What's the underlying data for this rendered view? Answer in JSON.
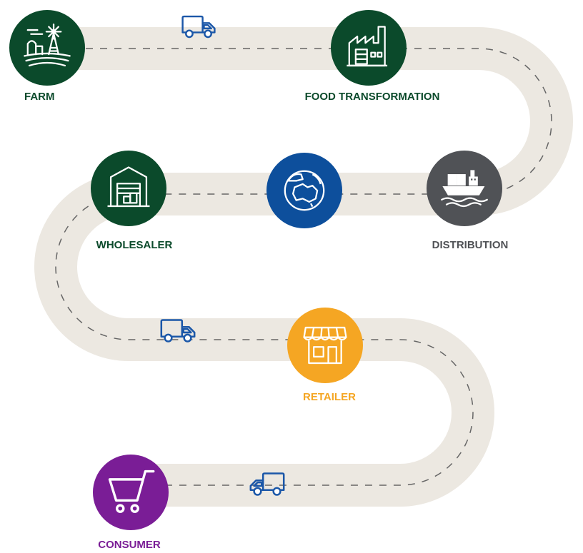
{
  "stages": [
    {
      "id": "farm",
      "label": "FARM",
      "color": "#0b4a2b",
      "icon": "farm-icon"
    },
    {
      "id": "food_transformation",
      "label": "FOOD TRANSFORMATION",
      "color": "#0b4a2b",
      "icon": "factory-icon"
    },
    {
      "id": "distribution",
      "label": "DISTRIBUTION",
      "color": "#505256",
      "icon": "cargo-ship-icon"
    },
    {
      "id": "global",
      "label": "",
      "color": "#0d4f9c",
      "icon": "globe-icon"
    },
    {
      "id": "wholesaler",
      "label": "WHOLESALER",
      "color": "#0b4a2b",
      "icon": "warehouse-icon"
    },
    {
      "id": "retailer",
      "label": "RETAILER",
      "color": "#f5a623",
      "icon": "storefront-icon"
    },
    {
      "id": "consumer",
      "label": "CONSUMER",
      "color": "#7a1d96",
      "icon": "shopping-cart-icon"
    }
  ],
  "trucks": {
    "color": "#1b57a8",
    "icon": "delivery-truck-icon"
  },
  "road": {
    "color": "#ece8e1",
    "dash_color": "#666666"
  }
}
